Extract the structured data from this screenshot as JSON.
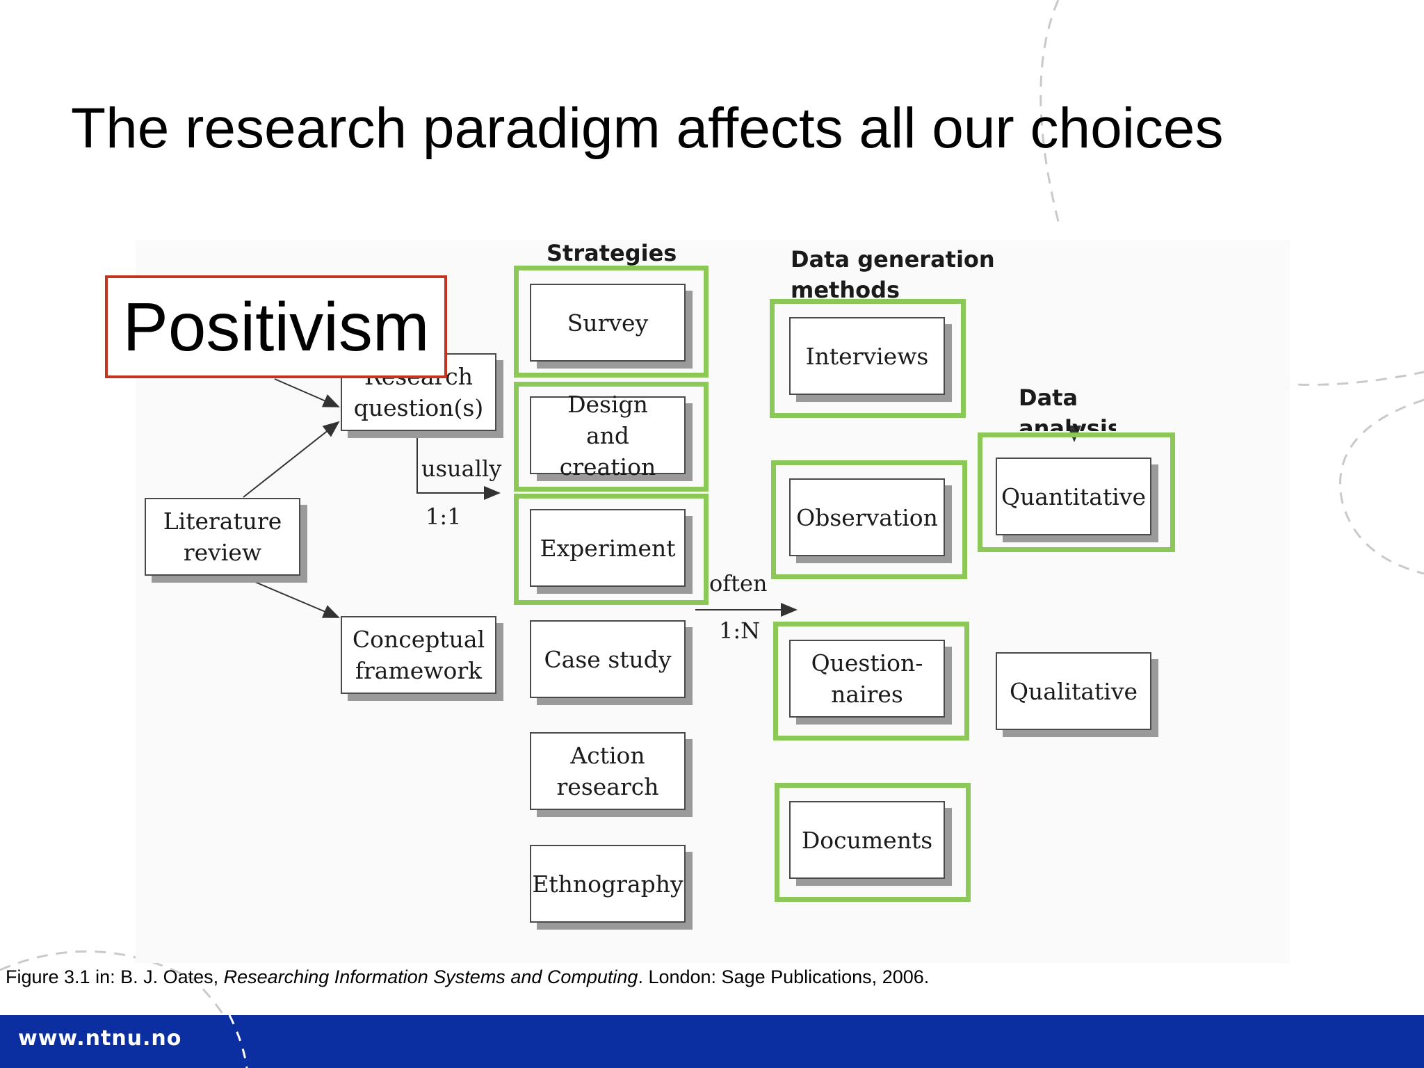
{
  "slide": {
    "title": "The research paradigm affects all our choices",
    "overlay_label": "Positivism",
    "citation": {
      "prefix": "Figure 3.1 in: B. J. Oates, ",
      "book_title": "Researching Information Systems and Computing",
      "suffix": ". London: Sage Publications, 2006."
    },
    "footer_url": "www.ntnu.no"
  },
  "diagram": {
    "headings": {
      "strategies": "Strategies",
      "data_generation": "Data generation methods",
      "data_analysis": "Data analysis"
    },
    "boxes": {
      "literature_review": "Literature review",
      "research_questions": "Research question(s)",
      "conceptual_framework": "Conceptual framework",
      "survey": "Survey",
      "design_creation": "Design and creation",
      "experiment": "Experiment",
      "case_study": "Case study",
      "action_research": "Action research",
      "ethnography": "Ethnography",
      "interviews": "Interviews",
      "observation": "Observation",
      "questionnaires": "Question-naires",
      "documents": "Documents",
      "quantitative": "Quantitative",
      "qualitative": "Qualitative"
    },
    "connector_labels": {
      "usually": "usually",
      "ratio_one": "1:1",
      "often": "often",
      "ratio_many": "1:N"
    },
    "highlight_color": "#8cc858",
    "overlay_border_color": "#c4351f",
    "footer_color": "#0b2ea0"
  }
}
